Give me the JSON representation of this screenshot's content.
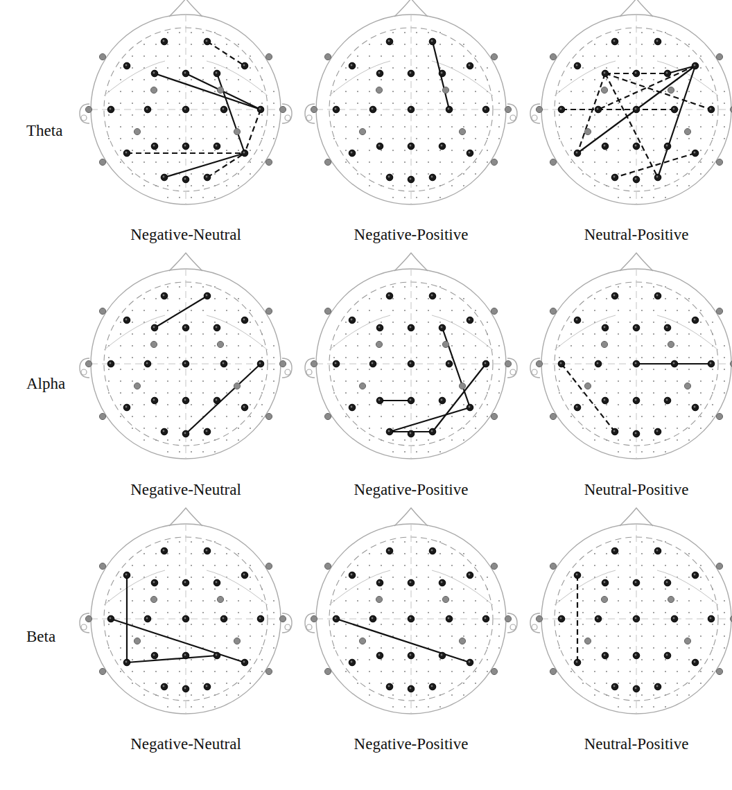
{
  "diagram": {
    "labels": [
      "Theta",
      "Negative-Neutral",
      "Negative-Positive",
      "Neutral-Positive",
      "Alpha",
      "Negative-Neutral",
      "Negative-Positive",
      "Neutral-Positive",
      "Beta",
      "Negative-Neutral",
      "Negative-Positive",
      "Neutral-Positive"
    ]
  }
}
